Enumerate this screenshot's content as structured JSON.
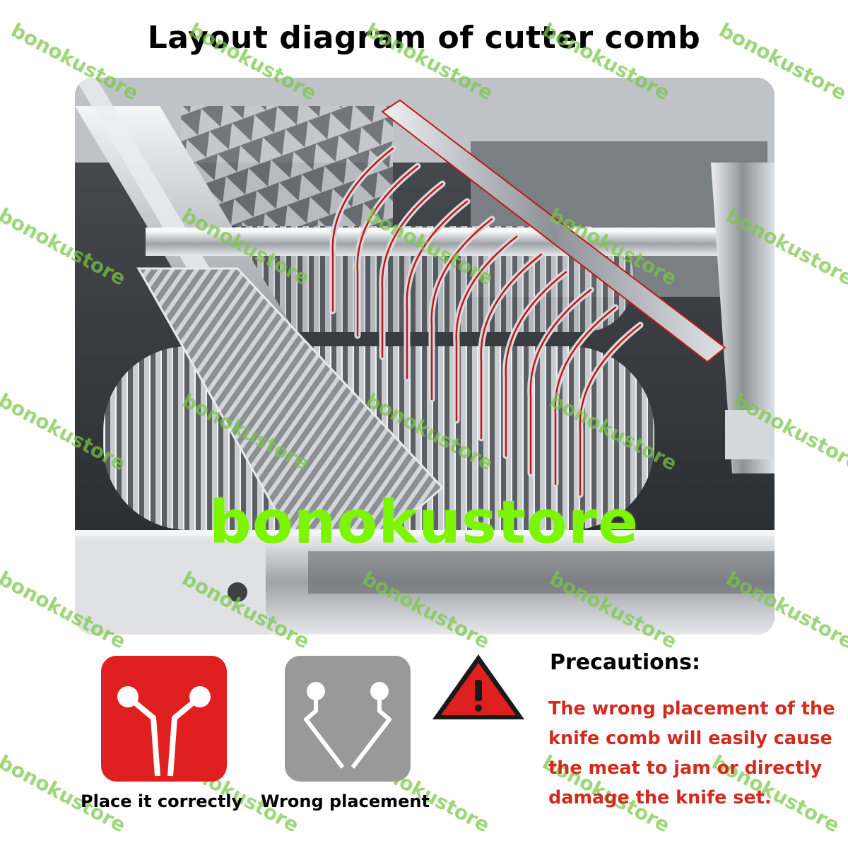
{
  "title": "Layout diagram of cutter comb",
  "watermark": "bonokustore",
  "center_watermark": "bonokustore",
  "placement": {
    "correct_label": "Place it correctly",
    "wrong_label": "Wrong placement",
    "correct_color": "#e02020",
    "wrong_color": "#999999"
  },
  "precautions": {
    "title": "Precautions:",
    "lines": [
      "The wrong placement of the",
      "knife comb will easily cause",
      "the meat to jam or directly",
      "damage the knife set."
    ],
    "text_color": "#d42a1e"
  },
  "warning": {
    "icon": "warning-triangle-icon",
    "color": "#e02020"
  }
}
